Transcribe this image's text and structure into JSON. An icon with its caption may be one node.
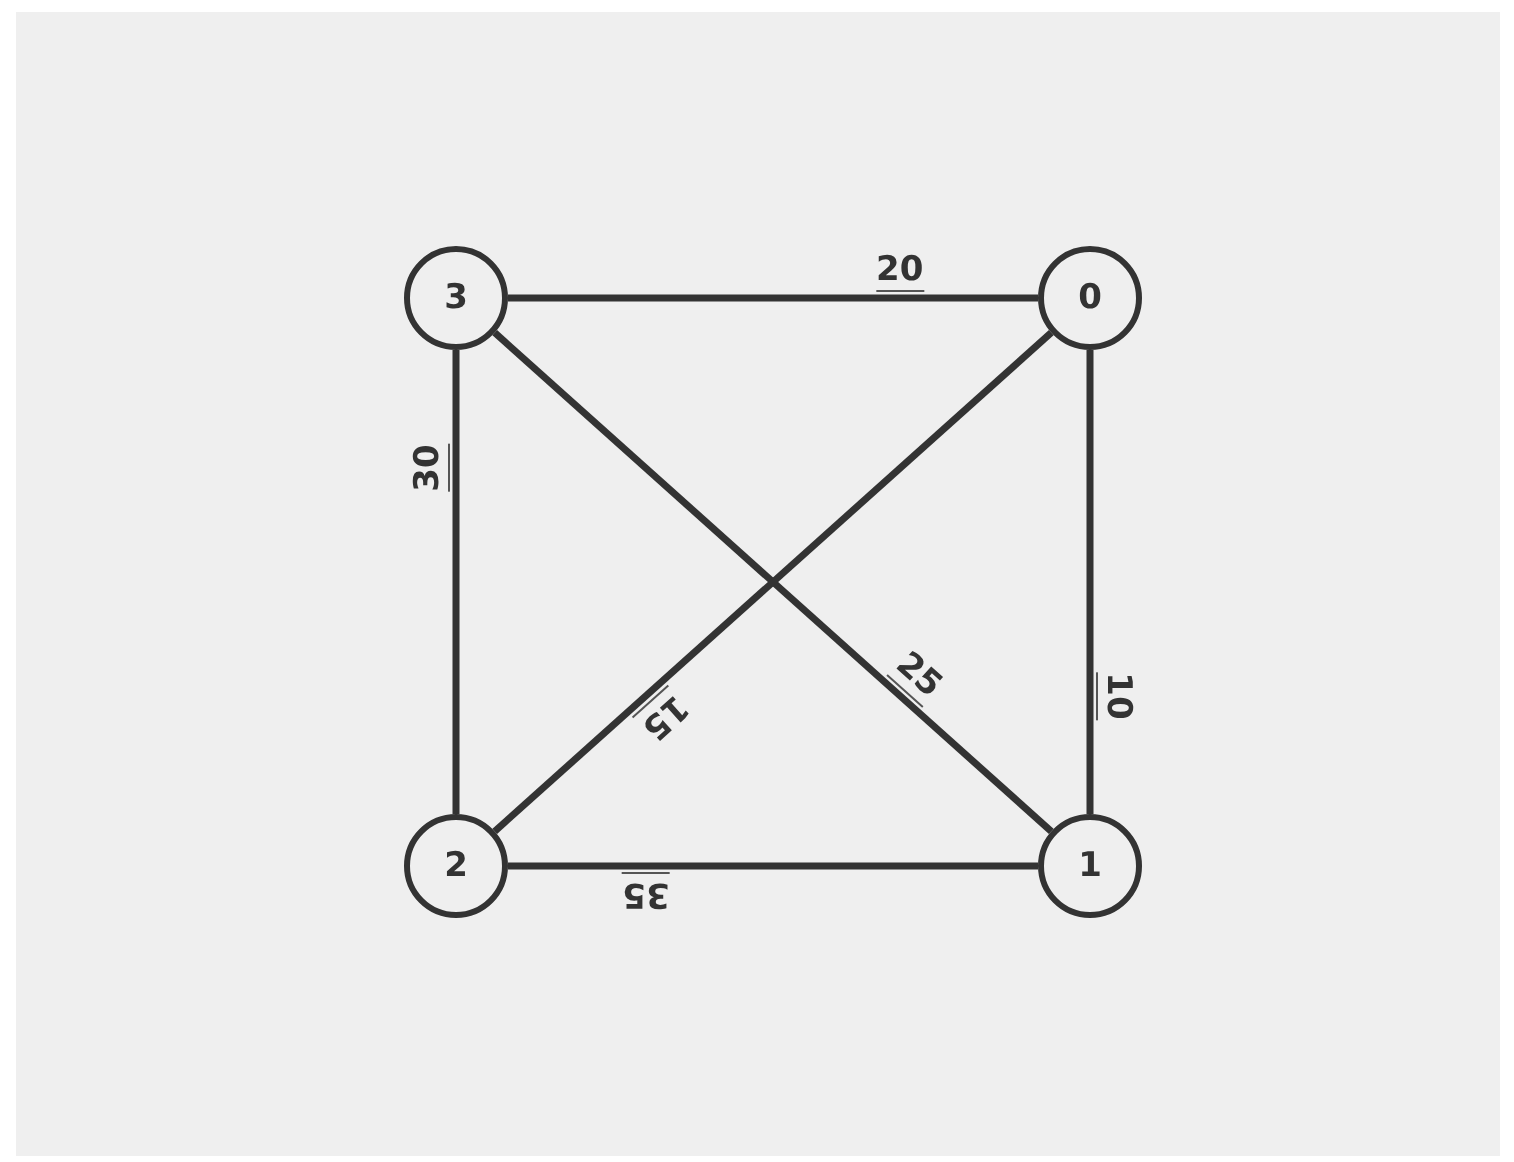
{
  "diagram": {
    "nodes": [
      {
        "text": [
          "3"
        ]
      },
      {
        "text": [
          "0"
        ]
      },
      {
        "text": [
          "2"
        ]
      },
      {
        "text": [
          "1"
        ]
      }
    ],
    "edges": [
      {
        "from": 0,
        "to": 1,
        "arrow": "none",
        "label": "20"
      },
      {
        "from": 1,
        "to": 3,
        "arrow": "none",
        "label": "10"
      },
      {
        "from": 0,
        "to": 3,
        "arrow": "none",
        "label": "25"
      },
      {
        "from": 1,
        "to": 2,
        "arrow": "none",
        "label": "15"
      },
      {
        "from": 3,
        "to": 2,
        "arrow": "none",
        "label": "35"
      },
      {
        "from": 2,
        "to": 0,
        "arrow": "none",
        "label": "30"
      }
    ]
  }
}
